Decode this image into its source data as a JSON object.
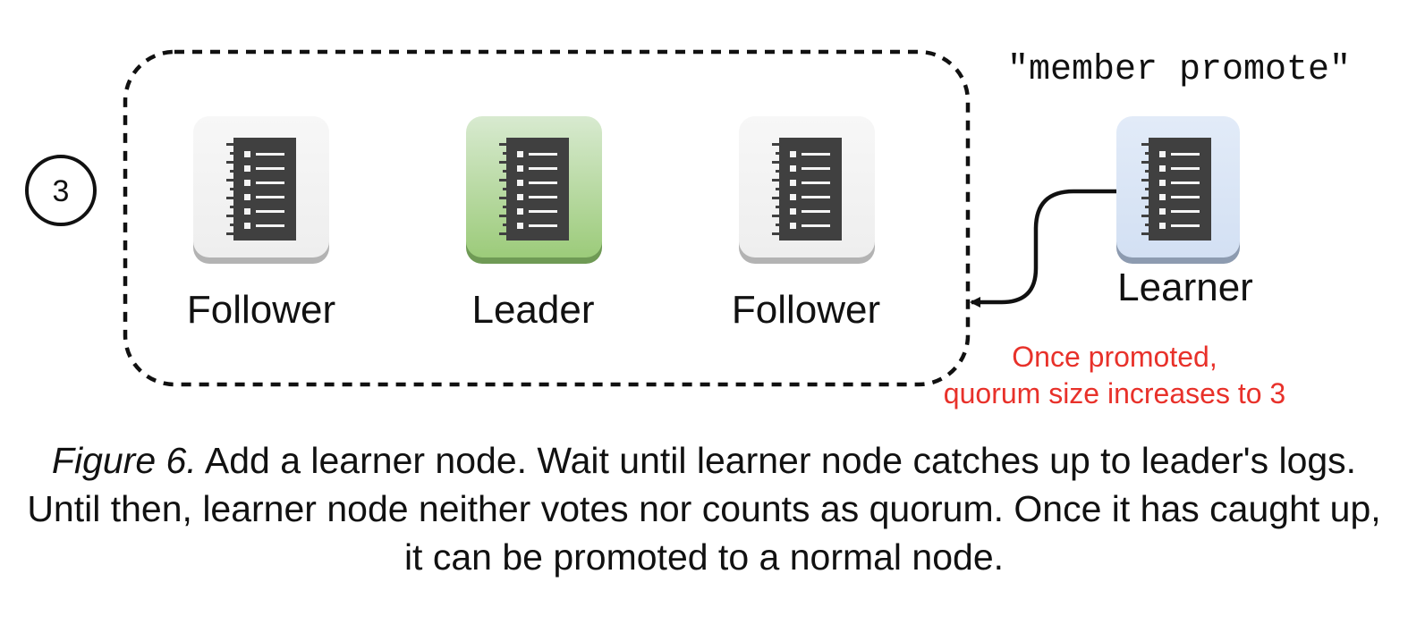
{
  "step_number": "3",
  "command": "\"member promote\"",
  "nodes": [
    {
      "role": "follower",
      "label": "Follower",
      "icon": "document-log-icon"
    },
    {
      "role": "leader",
      "label": "Leader",
      "icon": "document-log-icon"
    },
    {
      "role": "follower",
      "label": "Follower",
      "icon": "document-log-icon"
    }
  ],
  "learner": {
    "label": "Learner",
    "icon": "document-log-icon"
  },
  "note": {
    "lines": [
      "Once promoted,",
      "quorum size increases to 3"
    ],
    "color": "#e8312a"
  },
  "caption": {
    "figure": "Figure 6.",
    "text": " Add a learner node. Wait until learner node catches up to leader's logs. Until then, learner node neither votes nor counts as quorum. Once it has caught up, it can be promoted to a normal node."
  },
  "colors": {
    "follower_tile": "#f2f2f2",
    "leader_tile": "#a9d18e",
    "learner_tile": "#dae6f6",
    "icon_dark": "#404040"
  }
}
